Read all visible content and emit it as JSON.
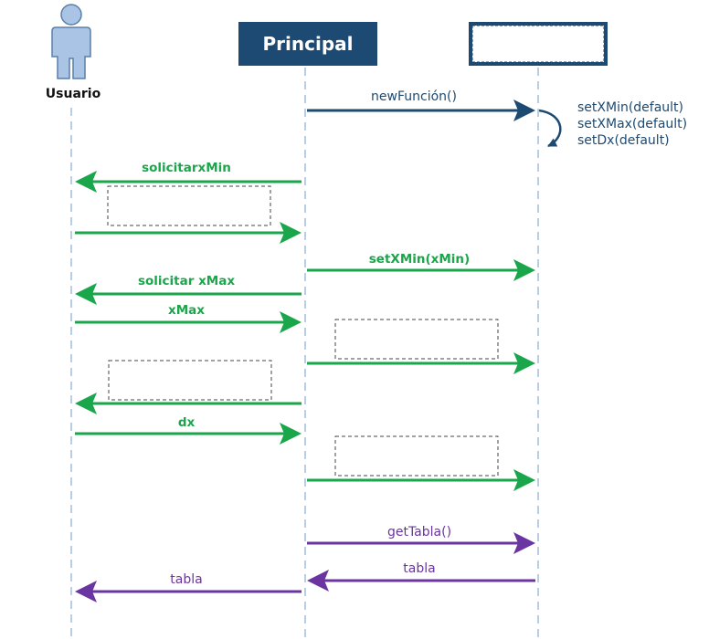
{
  "colors": {
    "blue": "#1d4a72",
    "green": "#1aa64a",
    "purple": "#6a35a0",
    "lifeline": "#b9cde4",
    "actor": "#a9c4e4"
  },
  "participants": {
    "user": {
      "label": "Usuario",
      "icon": "user-icon"
    },
    "principal": {
      "label": "Principal"
    },
    "object": {
      "label": ""
    }
  },
  "messages": [
    {
      "label": "newFunción()"
    },
    {
      "label": "solicitarxMin"
    },
    {
      "label": ""
    },
    {
      "label": "setXMin(xMin)"
    },
    {
      "label": "solicitar xMax"
    },
    {
      "label": "xMax"
    },
    {
      "label": ""
    },
    {
      "label": ""
    },
    {
      "label": "dx"
    },
    {
      "label": ""
    },
    {
      "label": "getTabla()"
    },
    {
      "label": "tabla"
    },
    {
      "label": "tabla"
    }
  ],
  "self_note": {
    "lines": [
      "setXMin(default)",
      "setXMax(default)",
      "setDx(default)"
    ]
  },
  "placeholders": [
    "",
    "",
    "",
    "",
    ""
  ]
}
